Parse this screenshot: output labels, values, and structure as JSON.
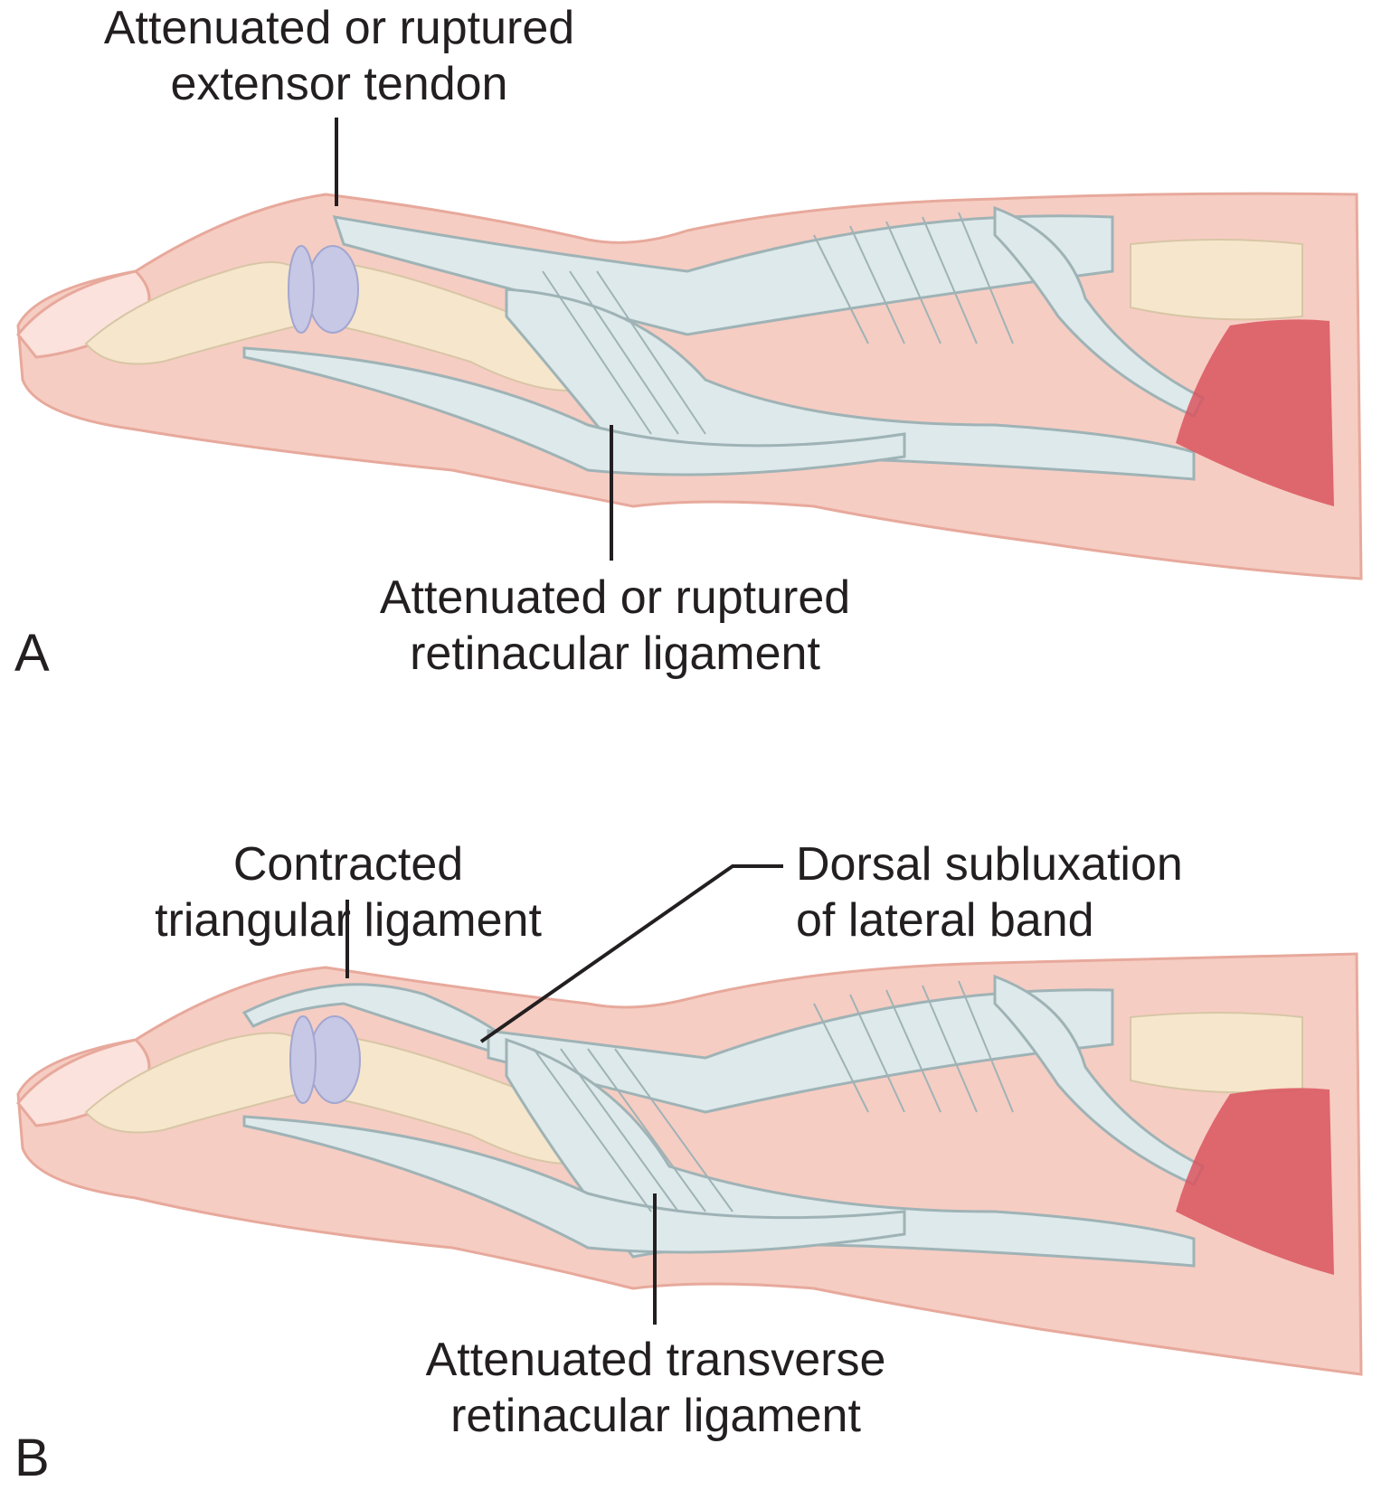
{
  "panel_a": {
    "letter": "A",
    "label_top": "Attenuated or ruptured\nextensor tendon",
    "label_bottom": "Attenuated or ruptured\nretinacular ligament"
  },
  "panel_b": {
    "letter": "B",
    "label_left": "Contracted\ntriangular ligament",
    "label_right": "Dorsal subluxation\nof lateral band",
    "label_bottom": "Attenuated transverse\nretinacular ligament"
  },
  "colors": {
    "skin": "#f6cdc3",
    "skin_edge": "#e7a99c",
    "bone": "#f6e6cb",
    "cartilage": "#c6c8e6",
    "tendon": "#dde9ea",
    "tendon_line": "#9fb3b6",
    "muscle": "#d9545e"
  }
}
